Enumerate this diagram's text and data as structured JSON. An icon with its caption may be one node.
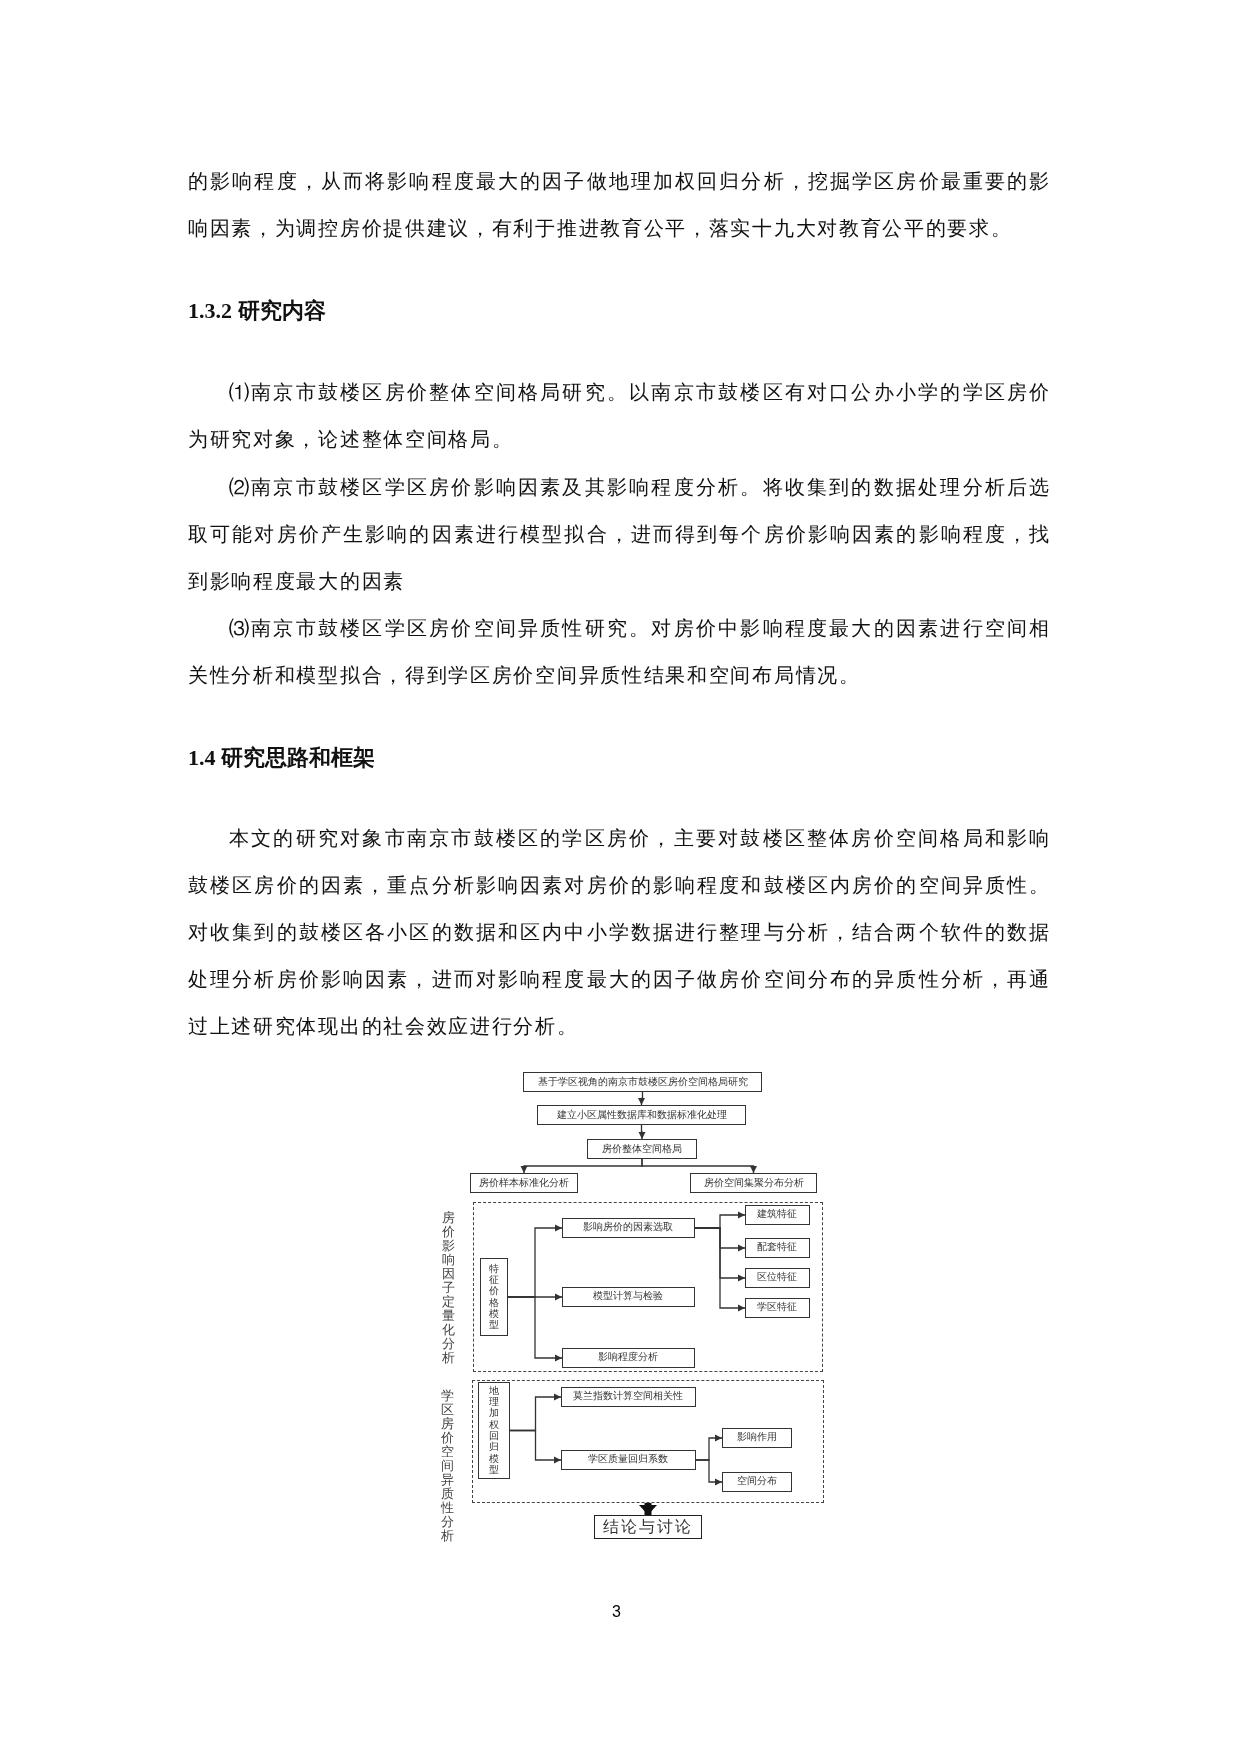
{
  "diagram": {
    "nodes": [
      {
        "text": [
          "基于学区视角的南京市鼓楼区房价空间格局研究"
        ]
      },
      {
        "text": [
          "建立小区属性数据库和数据标准化处理"
        ]
      },
      {
        "text": [
          "房价整体空间格局"
        ]
      },
      {
        "text": [
          "房价样本标准化分析"
        ]
      },
      {
        "text": [
          "房价空间集聚分布分析"
        ]
      },
      {
        "text": [
          "房价影响因子定量化分析"
        ]
      },
      {
        "text": [
          "特征价格模型"
        ],
        "in": 5
      },
      {
        "text": [
          "影响房价的因素选取"
        ],
        "in": 5
      },
      {
        "text": [
          "建筑特征"
        ],
        "in": 5
      },
      {
        "text": [
          "配套特征"
        ],
        "in": 5
      },
      {
        "text": [
          "区位特征"
        ],
        "in": 5
      },
      {
        "text": [
          "模型计算与检验"
        ],
        "in": 5
      },
      {
        "text": [
          "学区特征"
        ],
        "in": 5
      },
      {
        "text": [
          "影响程度分析"
        ],
        "in": 5
      },
      {
        "text": [
          "学区房价空间异质性分析"
        ]
      },
      {
        "text": [
          "地理加权回归模型"
        ],
        "in": 14
      },
      {
        "text": [
          "莫兰指数计算空间相关性"
        ],
        "in": 14
      },
      {
        "text": [
          "影响作用"
        ],
        "in": 14
      },
      {
        "text": [
          "学区质量回归系数"
        ],
        "in": 14
      },
      {
        "text": [
          "空间分布"
        ],
        "in": 14
      },
      {
        "text": [
          "结论与讨论"
        ]
      }
    ],
    "edges": [
      {
        "from": 0,
        "to": 1,
        "arrow": "to"
      },
      {
        "from": 1,
        "to": 2,
        "arrow": "to"
      },
      {
        "from": 2,
        "to": 3,
        "arrow": "to"
      },
      {
        "from": 2,
        "to": 4,
        "arrow": "to"
      },
      {
        "from": 6,
        "to": 7,
        "arrow": "to"
      },
      {
        "from": 6,
        "to": 11,
        "arrow": "to"
      },
      {
        "from": 6,
        "to": 13,
        "arrow": "to"
      },
      {
        "from": 7,
        "to": 8,
        "arrow": "to"
      },
      {
        "from": 7,
        "to": 9,
        "arrow": "to"
      },
      {
        "from": 7,
        "to": 10,
        "arrow": "to"
      },
      {
        "from": 7,
        "to": 12,
        "arrow": "to"
      },
      {
        "from": 15,
        "to": 16,
        "arrow": "to"
      },
      {
        "from": 15,
        "to": 18,
        "arrow": "to"
      },
      {
        "from": 18,
        "to": 17,
        "arrow": "to"
      },
      {
        "from": 18,
        "to": 19,
        "arrow": "to"
      },
      {
        "from": 14,
        "to": 20,
        "arrow": "to",
        "style": "thick"
      }
    ],
    "labels": [
      "的影响程度，从而将影响程度最大的因子做地理加权回归分析，挖掘学区房价最重要的影响因素，为调控房价提供建议，有利于推进教育公平，落实十九大对教育公平的要求。",
      "1.3.2 研究内容",
      "⑴南京市鼓楼区房价整体空间格局研究。以南京市鼓楼区有对口公办小学的学区房价为研究对象，论述整体空间格局。",
      "⑵南京市鼓楼区学区房价影响因素及其影响程度分析。将收集到的数据处理分析后选取可能对房价产生影响的因素进行模型拟合，进而得到每个房价影响因素的影响程度，找到影响程度最大的因素",
      "⑶南京市鼓楼区学区房价空间异质性研究。对房价中影响程度最大的因素进行空间相关性分析和模型拟合，得到学区房价空间异质性结果和空间布局情况。",
      "1.4 研究思路和框架",
      "本文的研究对象市南京市鼓楼区的学区房价，主要对鼓楼区整体房价空间格局和影响鼓楼区房价的因素，重点分析影响因素对房价的影响程度和鼓楼区内房价的空间异质性。对收集到的鼓楼区各小区的数据和区内中小学数据进行整理与分析，结合两个软件的数据处理分析房价影响因素，进而对影响程度最大的因子做房价空间分布的异质性分析，再通过上述研究体现出的社会效应进行分析。",
      "3"
    ]
  }
}
